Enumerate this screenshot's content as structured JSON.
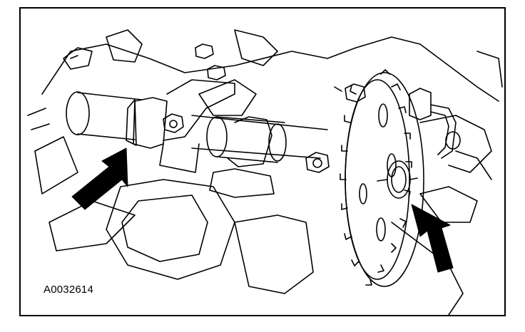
{
  "figure": {
    "id_label": "A0032614"
  },
  "colors": {
    "background": "#ffffff",
    "line": "#000000",
    "arrow_fill": "#000000"
  },
  "callouts": [
    {
      "icon": "arrow-icon",
      "target": "camshaft-bearing-cap-edge"
    },
    {
      "icon": "arrow-icon",
      "target": "camshaft-sprocket-bolt"
    }
  ]
}
